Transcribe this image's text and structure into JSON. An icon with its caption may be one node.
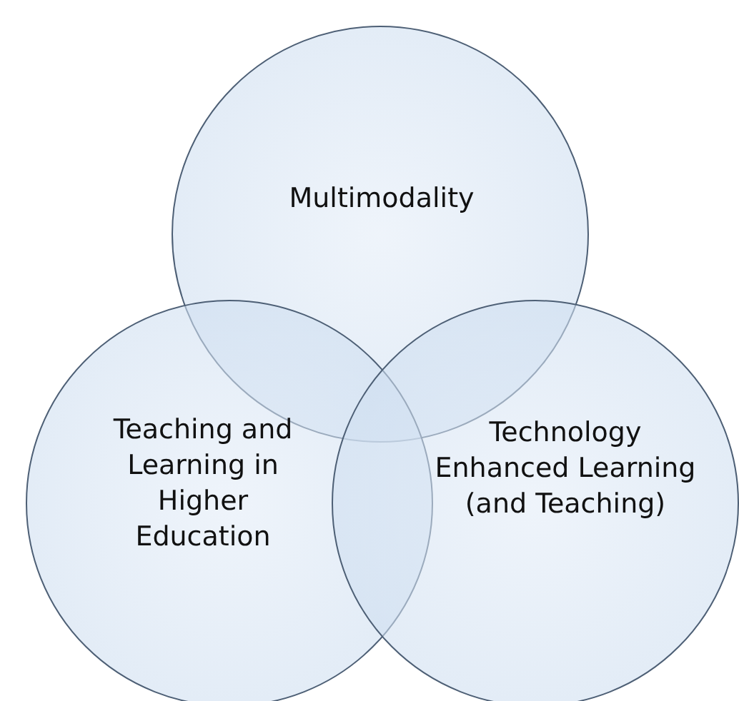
{
  "diagram": {
    "nodes": [
      {
        "text": [
          "Multimodality"
        ]
      },
      {
        "text": [
          "Teaching and Learning in Higher Education"
        ]
      },
      {
        "text": [
          "Technology Enhanced Learning (and Teaching)"
        ]
      }
    ]
  }
}
